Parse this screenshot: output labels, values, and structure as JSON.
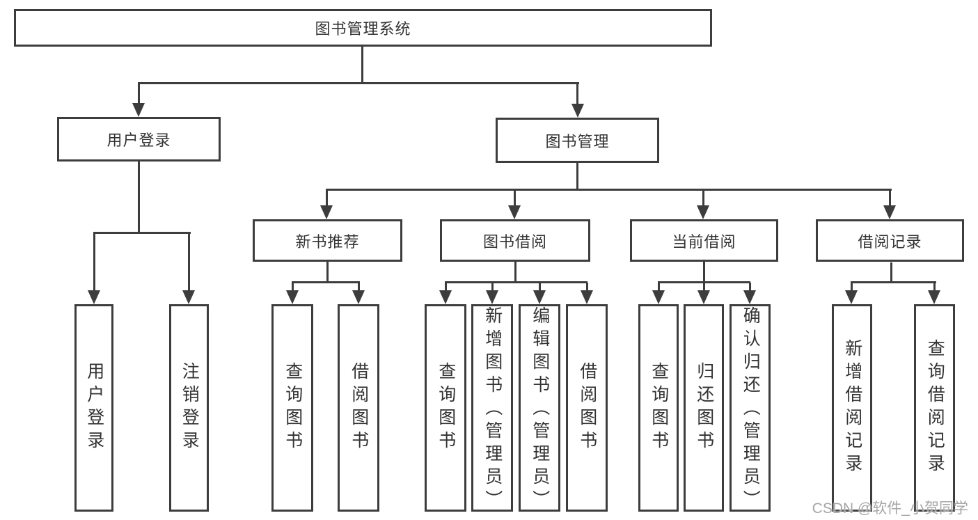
{
  "diagram": {
    "root": {
      "label": "图书管理系统"
    },
    "level2": [
      {
        "label": "用户登录",
        "children": [
          {
            "label": "用户登录"
          },
          {
            "label": "注销登录"
          }
        ]
      },
      {
        "label": "图书管理",
        "children": [
          {
            "label": "新书推荐",
            "children": [
              {
                "label": "查询图书"
              },
              {
                "label": "借阅图书"
              }
            ]
          },
          {
            "label": "图书借阅",
            "children": [
              {
                "label": "查询图书"
              },
              {
                "label": "新增图书（管理员）"
              },
              {
                "label": "编辑图书（管理员）"
              },
              {
                "label": "借阅图书"
              }
            ]
          },
          {
            "label": "当前借阅",
            "children": [
              {
                "label": "查询图书"
              },
              {
                "label": "归还图书"
              },
              {
                "label": "确认归还（管理员）"
              }
            ]
          },
          {
            "label": "借阅记录",
            "children": [
              {
                "label": "新增借阅记录"
              },
              {
                "label": "查询借阅记录"
              }
            ]
          }
        ]
      }
    ]
  },
  "watermark": {
    "text": "CSDN @软件_小贺同学"
  },
  "colors": {
    "line": "#3d3d3d",
    "text": "#333333",
    "watermark": "#a6a6a6",
    "background": "#ffffff"
  }
}
